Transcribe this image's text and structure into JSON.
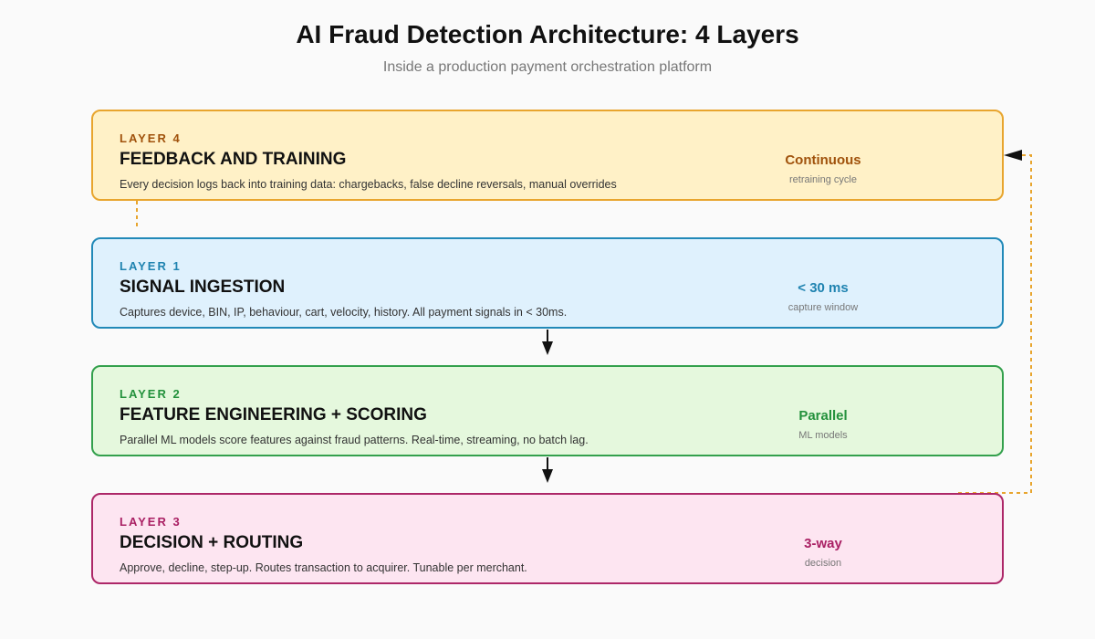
{
  "title": "AI Fraud Detection Architecture: 4 Layers",
  "subtitle": "Inside a production payment orchestration platform",
  "layers": [
    {
      "tag": "LAYER 4",
      "title": "FEEDBACK AND TRAINING",
      "description": "Every decision logs back into training data: chargebacks, false decline reversals, manual overrides",
      "metric": "Continuous",
      "metric_sub": "retraining cycle",
      "accent": "#a0520c",
      "border": "#e8a52e",
      "fill": "#fff1c7"
    },
    {
      "tag": "LAYER 1",
      "title": "SIGNAL INGESTION",
      "description": "Captures device, BIN, IP, behaviour, cart, velocity, history. All payment signals in < 30ms.",
      "metric": "< 30 ms",
      "metric_sub": "capture window",
      "accent": "#1f83b0",
      "border": "#2189b8",
      "fill": "#dff1fd"
    },
    {
      "tag": "LAYER 2",
      "title": "FEATURE ENGINEERING + SCORING",
      "description": "Parallel ML models score features against fraud patterns. Real-time, streaming, no batch lag.",
      "metric": "Parallel",
      "metric_sub": "ML models",
      "accent": "#23913c",
      "border": "#33a04c",
      "fill": "#e5f8dd"
    },
    {
      "tag": "LAYER 3",
      "title": "DECISION + ROUTING",
      "description": "Approve, decline, step-up. Routes transaction to acquirer. Tunable per merchant.",
      "metric": "3-way",
      "metric_sub": "decision",
      "accent": "#a91f63",
      "border": "#ad2768",
      "fill": "#fde5f1"
    }
  ],
  "connector_colors": {
    "flow": "#111111",
    "feedback": "#e8a52e"
  }
}
